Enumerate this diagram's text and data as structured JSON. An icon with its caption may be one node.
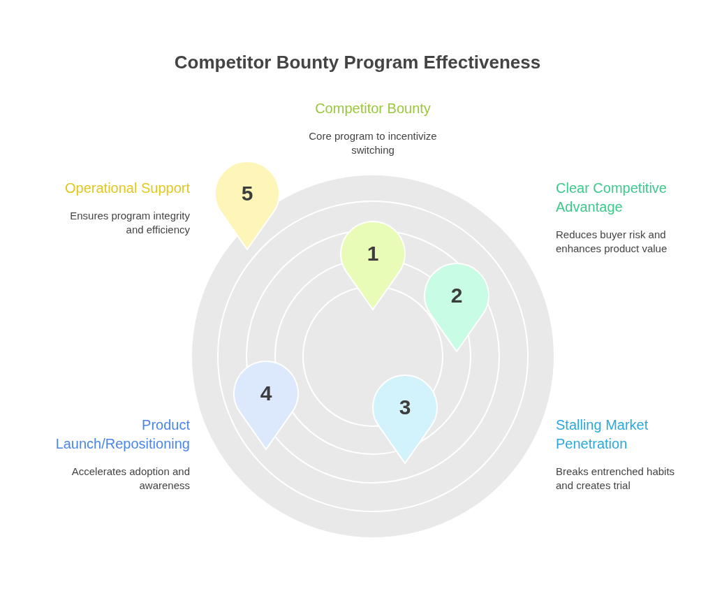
{
  "diagram": {
    "title": "Competitor Bounty Program Effectiveness",
    "nodes": [
      {
        "text": [
          "1"
        ],
        "beside": [
          "Competitor Bounty",
          "Core program to incentivize switching"
        ]
      },
      {
        "text": [
          "2"
        ],
        "beside": [
          "Clear Competitive Advantage",
          "Reduces buyer risk and enhances product value"
        ]
      },
      {
        "text": [
          "3"
        ],
        "beside": [
          "Stalling Market Penetration",
          "Breaks entrenched habits and creates trial"
        ]
      },
      {
        "text": [
          "4"
        ],
        "beside": [
          "Product Launch/Repositioning",
          "Accelerates adoption and awareness"
        ]
      },
      {
        "text": [
          "5"
        ],
        "beside": [
          "Operational Support",
          "Ensures program integrity and efficiency"
        ]
      }
    ]
  }
}
